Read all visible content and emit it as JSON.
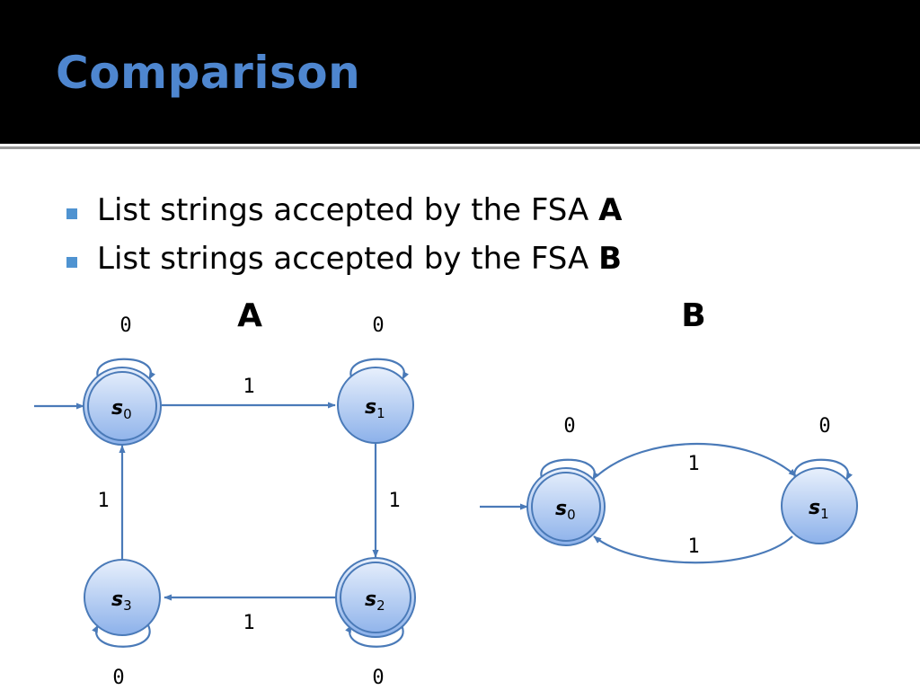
{
  "title": "Comparison",
  "bullets": [
    {
      "text": "List strings accepted by the FSA ",
      "bold": "A"
    },
    {
      "text": "List strings accepted by the FSA ",
      "bold": "B"
    }
  ],
  "colors": {
    "title": "#4e86cf",
    "bullet": "#4f93d1",
    "edge": "#4a7ab8",
    "node_top": "#e8f0fc",
    "node_bottom": "#8cb1ea"
  },
  "fsa_a": {
    "name": "A",
    "states": [
      {
        "id": "s0",
        "main": "s",
        "sub": "0",
        "start": true,
        "accepting": true
      },
      {
        "id": "s1",
        "main": "s",
        "sub": "1",
        "start": false,
        "accepting": false
      },
      {
        "id": "s2",
        "main": "s",
        "sub": "2",
        "start": false,
        "accepting": true
      },
      {
        "id": "s3",
        "main": "s",
        "sub": "3",
        "start": false,
        "accepting": false
      }
    ],
    "transitions": [
      {
        "from": "s0",
        "to": "s0",
        "label": "0"
      },
      {
        "from": "s0",
        "to": "s1",
        "label": "1"
      },
      {
        "from": "s1",
        "to": "s1",
        "label": "0"
      },
      {
        "from": "s1",
        "to": "s2",
        "label": "1"
      },
      {
        "from": "s2",
        "to": "s2",
        "label": "0"
      },
      {
        "from": "s2",
        "to": "s3",
        "label": "1"
      },
      {
        "from": "s3",
        "to": "s3",
        "label": "0"
      },
      {
        "from": "s3",
        "to": "s0",
        "label": "1"
      }
    ]
  },
  "fsa_b": {
    "name": "B",
    "states": [
      {
        "id": "s0",
        "main": "s",
        "sub": "0",
        "start": true,
        "accepting": true
      },
      {
        "id": "s1",
        "main": "s",
        "sub": "1",
        "start": false,
        "accepting": false
      }
    ],
    "transitions": [
      {
        "from": "s0",
        "to": "s0",
        "label": "0"
      },
      {
        "from": "s0",
        "to": "s1",
        "label": "1"
      },
      {
        "from": "s1",
        "to": "s1",
        "label": "0"
      },
      {
        "from": "s1",
        "to": "s0",
        "label": "1"
      }
    ]
  }
}
